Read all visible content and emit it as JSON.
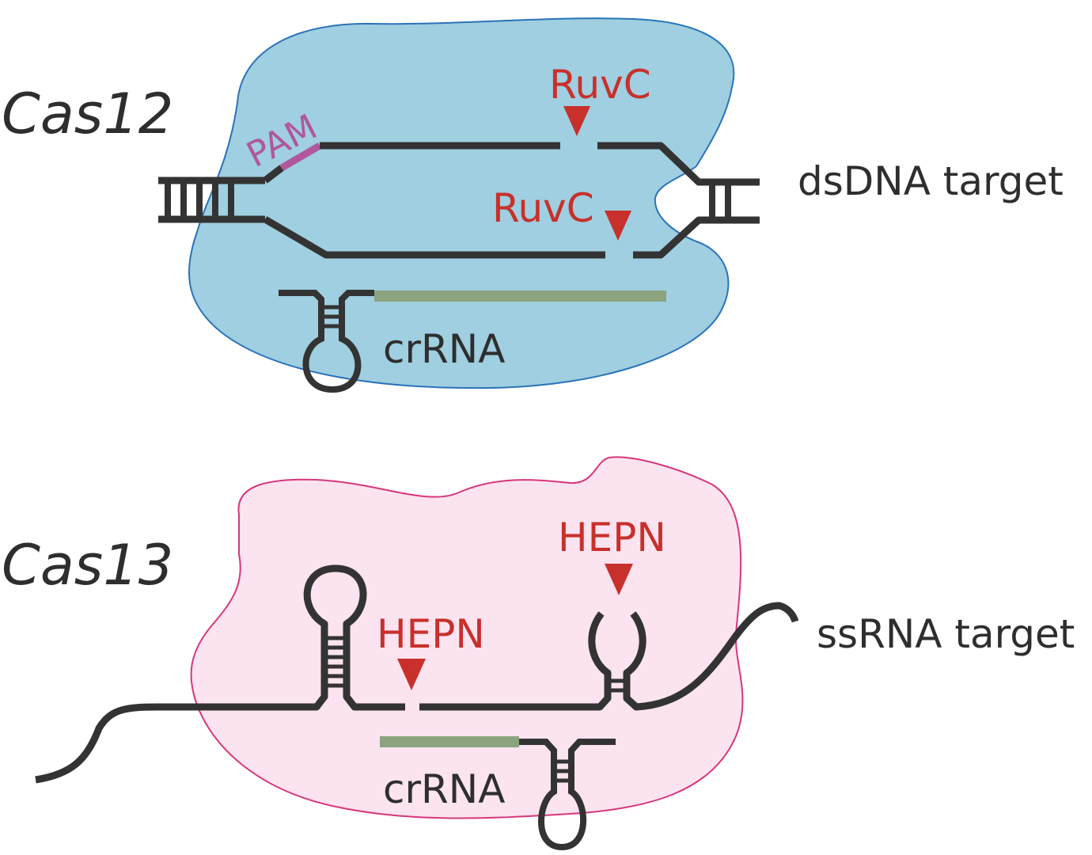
{
  "colors": {
    "strand": "#333333",
    "cut_marker": "#c8302b",
    "cas12_fill": "#9fcfe0",
    "cas12_outline": "#2a73b8",
    "cas13_fill": "#fbe3ef",
    "cas13_outline": "#d6377e",
    "pam": "#b0579e",
    "crrna_guide": "#8ba37f"
  },
  "cas12": {
    "title": "Cas12",
    "pam_label": "PAM",
    "ruvc_top": "RuvC",
    "ruvc_bottom": "RuvC",
    "target_label": "dsDNA target",
    "crrna_label": "crRNA"
  },
  "cas13": {
    "title": "Cas13",
    "hepn_left": "HEPN",
    "hepn_right": "HEPN",
    "target_label": "ssRNA target",
    "crrna_label": "crRNA"
  }
}
